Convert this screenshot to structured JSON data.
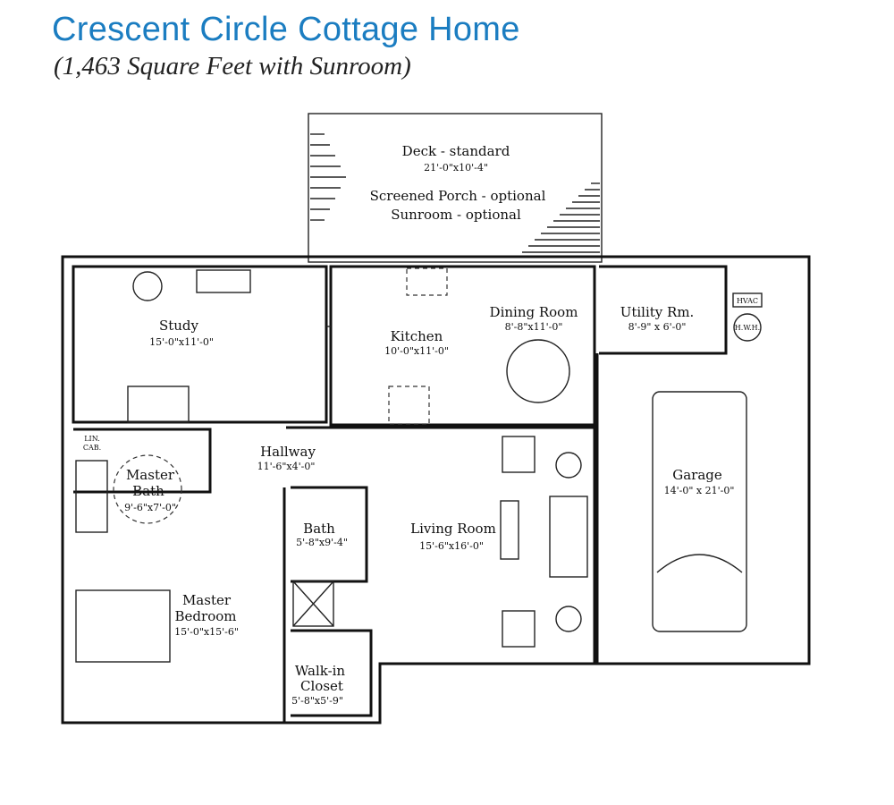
{
  "header": {
    "title": "Crescent Circle Cottage Home",
    "subtitle": "(1,463 Square Feet with Sunroom)"
  },
  "plan": {
    "deck": {
      "name": "Deck - standard",
      "dims": "21'-0\"x10'-4\"",
      "option1": "Screened Porch - optional",
      "option2": "Sunroom - optional"
    },
    "rooms": [
      {
        "name": "Study",
        "dims": "15'-0\"x11'-0\""
      },
      {
        "name": "Kitchen",
        "dims": "10'-0\"x11'-0\""
      },
      {
        "name": "Dining Room",
        "dims": "8'-8\"x11'-0\""
      },
      {
        "name": "Utility Rm.",
        "dims": "8'-9\" x 6'-0\""
      },
      {
        "name": "Hallway",
        "dims": "11'-6\"x4'-0\""
      },
      {
        "name": "Master Bath",
        "dims": "9'-6\"x7'-0\""
      },
      {
        "name": "Bath",
        "dims": "5'-8\"x9'-4\""
      },
      {
        "name": "Living Room",
        "dims": "15'-6\"x16'-0\""
      },
      {
        "name": "Master Bedroom",
        "dims": "15'-0\"x15'-6\""
      },
      {
        "name": "Walk-in Closet",
        "dims": "5'-8\"x5'-9\""
      },
      {
        "name": "Garage",
        "dims": "14'-0\" x 21'-0\""
      }
    ],
    "fixtures": {
      "linen": "LIN.",
      "linen2": "CAB.",
      "hvac": "HVAC",
      "hwh": "H.W.H."
    },
    "label_parts": {
      "master": "Master",
      "bath": "Bath",
      "bedroom": "Bedroom",
      "walkin": "Walk-in",
      "closet": "Closet"
    }
  }
}
